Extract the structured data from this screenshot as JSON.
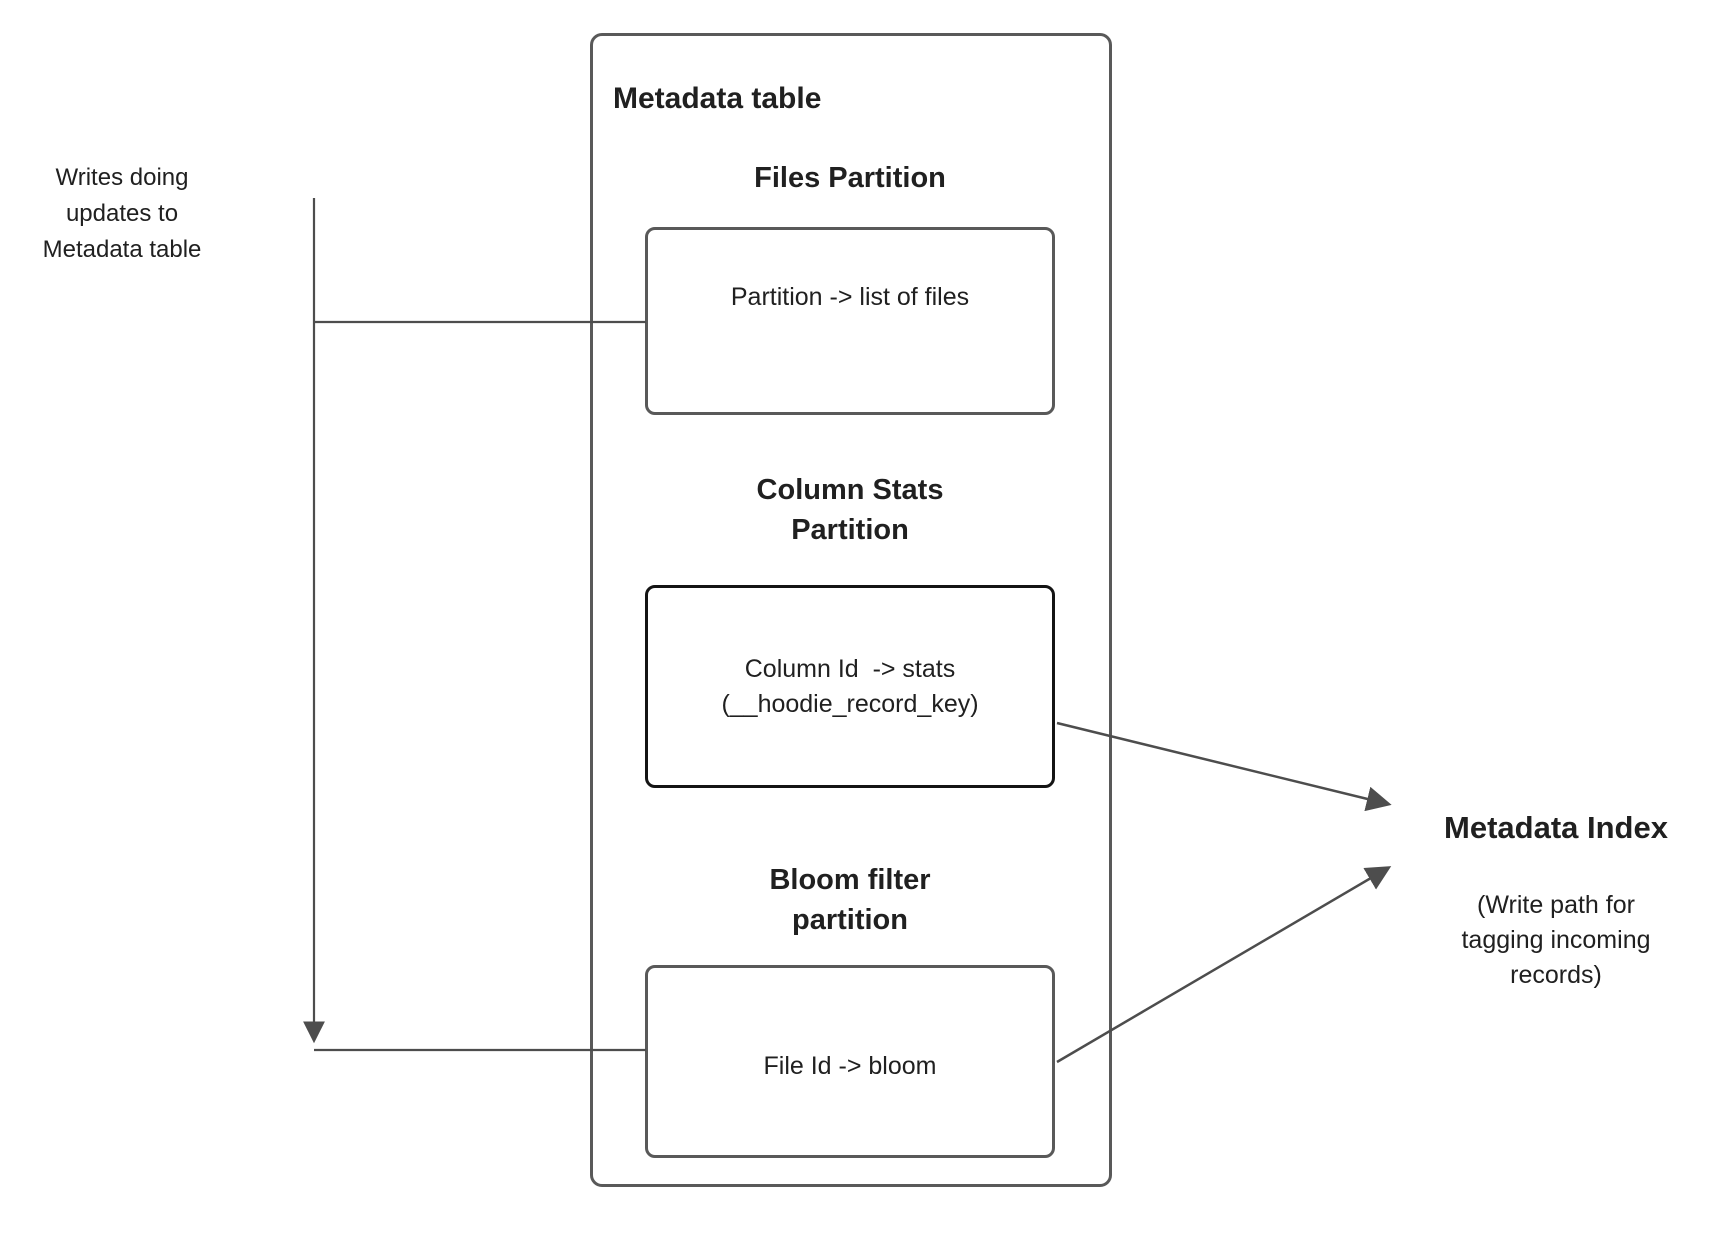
{
  "page": {
    "background": "#ffffff"
  },
  "colors": {
    "text": "#202020",
    "box_border": "#595959",
    "stats_box_border": "#141414",
    "connector": "#4d4d4d"
  },
  "left_annotation": {
    "text": "Writes doing\nupdates to\nMetadata table"
  },
  "metadata_table": {
    "title": "Metadata table",
    "partitions": [
      {
        "heading": "Files Partition",
        "box_text": "Partition -> list of files"
      },
      {
        "heading": "Column Stats\nPartition",
        "box_text": "Column Id  -> stats\n(__hoodie_record_key)"
      },
      {
        "heading": "Bloom filter\npartition",
        "box_text": "File Id -> bloom"
      }
    ]
  },
  "metadata_index": {
    "title": "Metadata Index",
    "subtitle": "(Write path for\ntagging incoming\nrecords)"
  }
}
